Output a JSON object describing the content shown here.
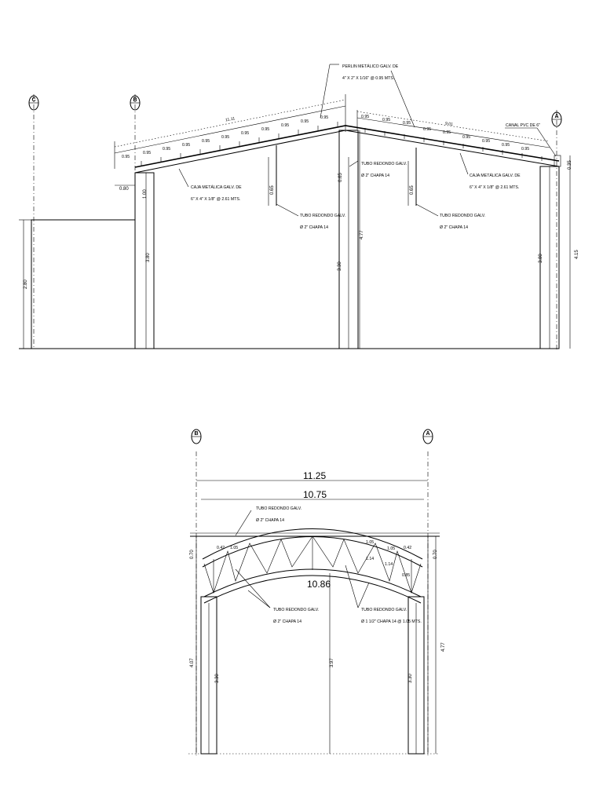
{
  "elevation": {
    "axes": [
      "C",
      "B",
      "A"
    ],
    "dims": {
      "left_span": "11.11",
      "right_span": "9.01",
      "spacing": "0.95",
      "eave_left": "0.80",
      "post_top": "1.00",
      "col_left": "3.80",
      "col_mid": "3.30",
      "col_right": "3.80",
      "low_wall": "2.80",
      "total_mid": "4.77",
      "total_right": "4.15",
      "hanger": "0.65",
      "gutter": "0.35"
    },
    "labels": {
      "purlin_1": "PERLIN METÁLICO GALV. DE",
      "purlin_2": "4\" X 2\" X 1/16\" @ 0.95 MTS.",
      "gutter": "CANAL PVC DE 6\"",
      "box_1": "CAJA METÁLICA GALV. DE",
      "box_2": "6\" X 4\" X 1/8\" @ 2.61 MTS.",
      "tube_1": "TUBO REDONDO GALV.",
      "tube_2": "Ø 2\" CHAPA 14"
    }
  },
  "section": {
    "axes": [
      "B",
      "A"
    ],
    "dims": {
      "span_outer": "11.25",
      "span_inner": "10.75",
      "radius": "10.86",
      "eave": "0.70",
      "left_total": "4.07",
      "right_total": "4.77",
      "col": "3.30",
      "center": "3.97",
      "d042": "0.42",
      "d105": "1.05",
      "d114": "1.14",
      "d085": "0.85"
    },
    "labels": {
      "tube_1": "TUBO REDONDO GALV.",
      "tube_2": "Ø 2\" CHAPA 14",
      "tube_3": "Ø 1 1/2\" CHAPA 14 @ 1.05 MTS."
    }
  }
}
